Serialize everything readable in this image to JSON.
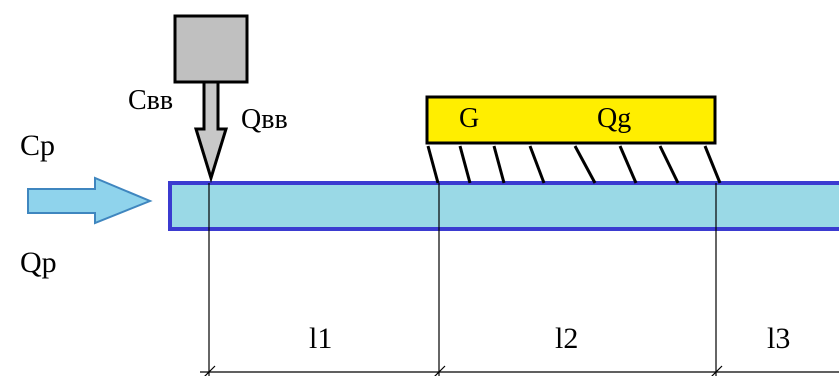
{
  "labels": {
    "inlet_concentration": "Cp",
    "inlet_flow": "Qp",
    "injection_concentration": "Свв",
    "injection_flow": "Qвв",
    "zone_source": "G",
    "zone_flow": "Qg",
    "segment_1": "l1",
    "segment_2": "l2",
    "segment_3": "l3"
  },
  "colors": {
    "river_fill": "#9ad9e6",
    "river_border": "#3b3bd0",
    "inlet_arrow_fill": "#8fd3ec",
    "inlet_arrow_border": "#3f86bf",
    "injector_fill": "#c0c0c0",
    "zone_fill": "#ffee00",
    "line": "#000000"
  }
}
